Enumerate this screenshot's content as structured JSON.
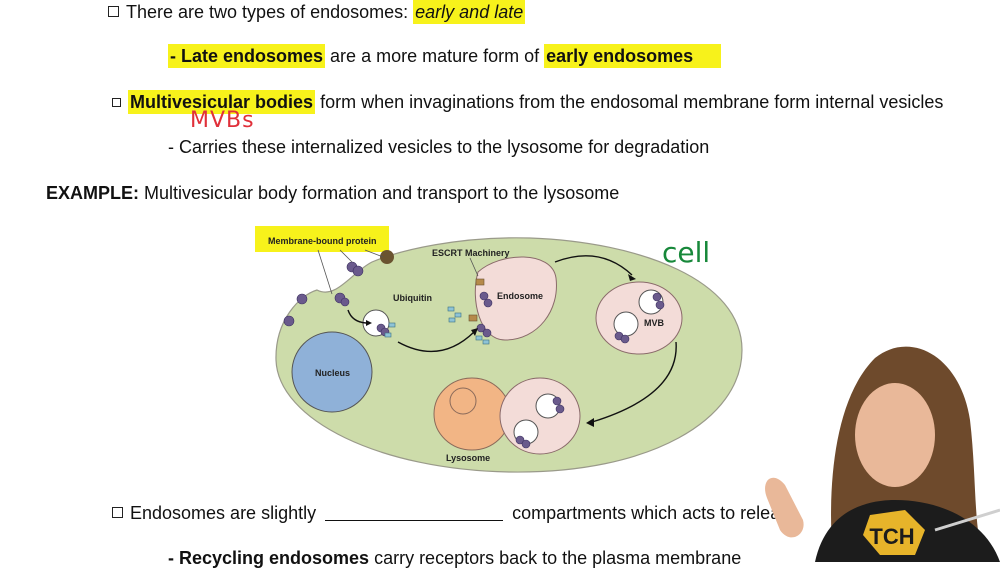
{
  "notes": {
    "line1": {
      "prefix": "There are two types of endosomes: ",
      "em1": "early",
      "mid": " and ",
      "em2": "late"
    },
    "line2": {
      "dash": "- ",
      "term1": "Late endosomes",
      "mid": " are a more mature form of ",
      "term2": "early endosomes"
    },
    "line3": {
      "term": "Multivesicular bodies",
      "rest": " form when invaginations from the endosomal membrane form internal vesicles"
    },
    "line4": "- Carries these internalized vesicles to the lysosome for degradation",
    "example": {
      "label": "EXAMPLE:",
      "text": " Multivesicular body formation and transport to the lysosome"
    },
    "line6": {
      "prefix": "Endosomes are slightly ",
      "suffix": " compartments which acts to release"
    },
    "line7": {
      "term": "- Recycling endosomes",
      "rest": " carry receptors back to the plasma membrane"
    }
  },
  "annotations": {
    "mvbs": "MVBs",
    "cell": "cell"
  },
  "diagram": {
    "labels": {
      "membrane_protein": "Membrane-bound protein",
      "escrt": "ESCRT Machinery",
      "ubiquitin": "Ubiquitin",
      "endosome": "Endosome",
      "mvb": "MVB",
      "nucleus": "Nucleus",
      "lysosome": "Lysosome"
    },
    "colors": {
      "cytoplasm": "#cddcaa",
      "nucleus": "#8fb1d8",
      "endosome": "#f3dcd8",
      "lysosome": "#f2b585",
      "protein": "#6a5a8c",
      "ubiquitin": "#8ec3d6",
      "highlight": "#f7f21b"
    }
  },
  "logo_text": "TCH"
}
